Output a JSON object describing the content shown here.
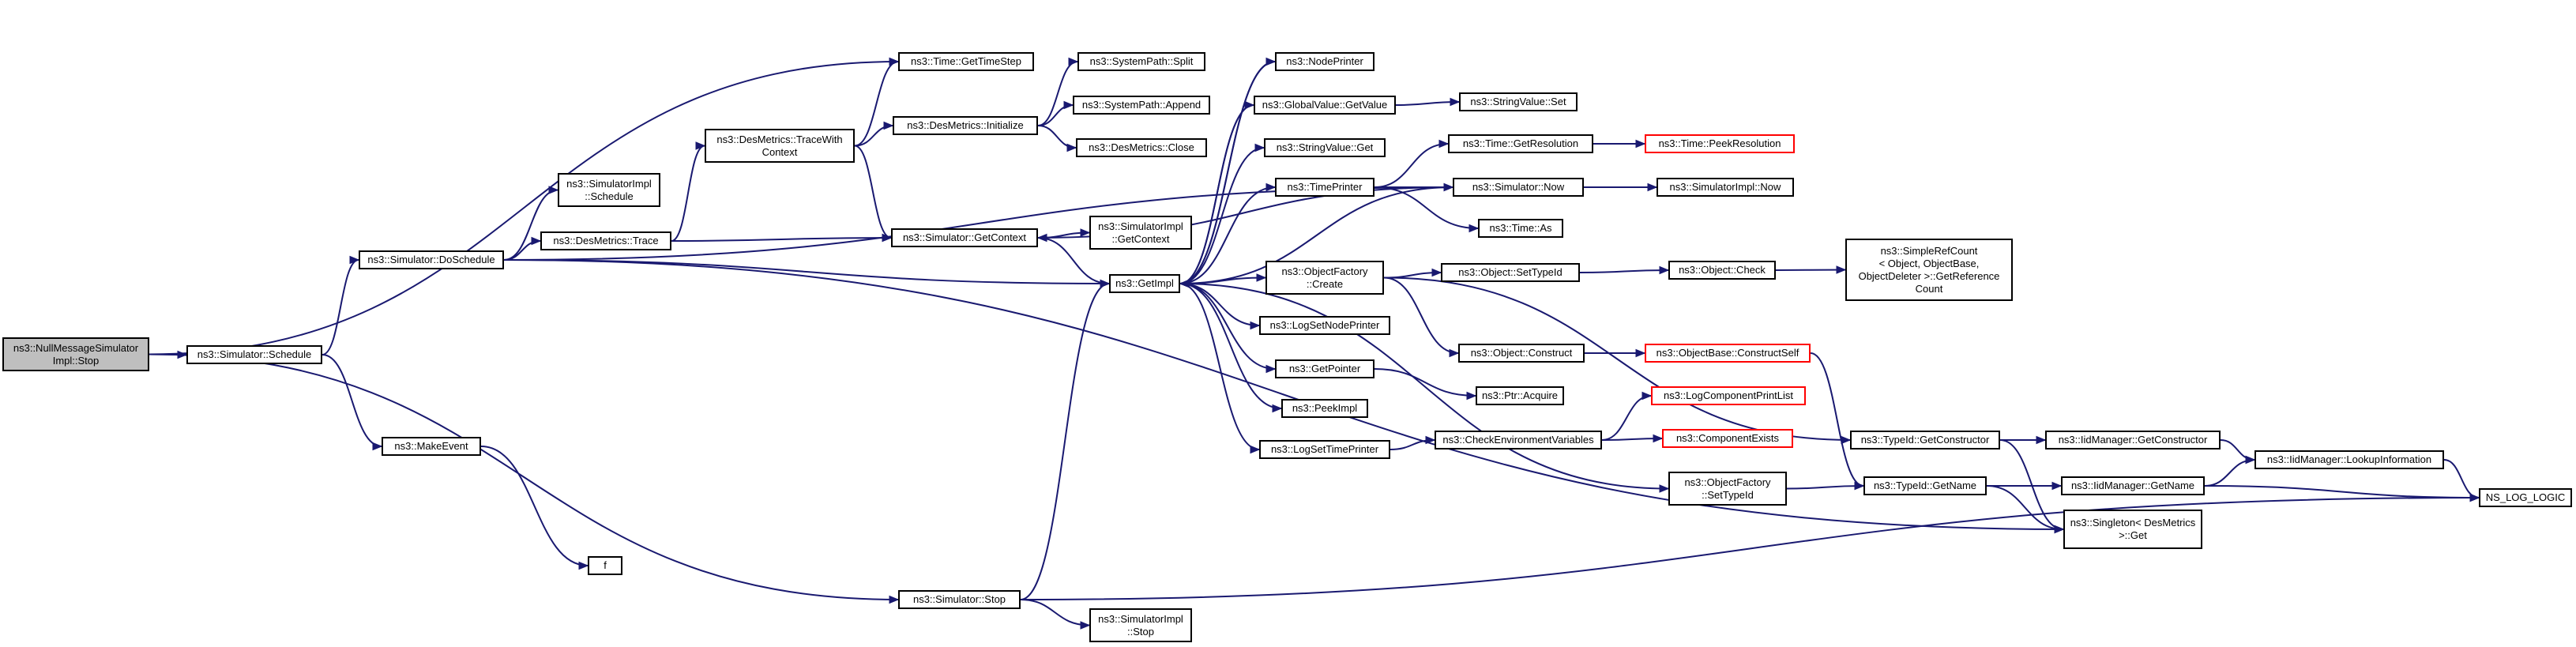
{
  "colors": {
    "edge": "#191970",
    "node_border": "#000000",
    "node_border_external": "#ff0000",
    "root_fill": "#bfbfbf"
  },
  "nodes": {
    "root": "ns3::NullMessageSimulator\nImpl::Stop",
    "sim_schedule": "ns3::Simulator::Schedule",
    "sim_doschedule": "ns3::Simulator::DoSchedule",
    "makeevent": "ns3::MakeEvent",
    "f": "f",
    "sim_stop": "ns3::Simulator::Stop",
    "simimpl_schedule": "ns3::SimulatorImpl\n::Schedule",
    "desm_trace": "ns3::DesMetrics::Trace",
    "desm_tracewith": "ns3::DesMetrics::TraceWith\nContext",
    "time_gettimestep": "ns3::Time::GetTimeStep",
    "desm_initialize": "ns3::DesMetrics::Initialize",
    "sim_getcontext": "ns3::Simulator::GetContext",
    "getimpl": "ns3::GetImpl",
    "simimpl_stop": "ns3::SimulatorImpl\n::Stop",
    "syspath_split": "ns3::SystemPath::Split",
    "syspath_append": "ns3::SystemPath::Append",
    "desm_close": "ns3::DesMetrics::Close",
    "simimpl_getcontext": "ns3::SimulatorImpl\n::GetContext",
    "nodeprinter": "ns3::NodePrinter",
    "gv_getvalue": "ns3::GlobalValue::GetValue",
    "stringvalue_get": "ns3::StringValue::Get",
    "timeprinter": "ns3::TimePrinter",
    "objfactory_create": "ns3::ObjectFactory\n::Create",
    "logsetnodeprinter": "ns3::LogSetNodePrinter",
    "getpointer": "ns3::GetPointer",
    "peekimpl": "ns3::PeekImpl",
    "logsettimeprinter": "ns3::LogSetTimePrinter",
    "objfactory_settypeid": "ns3::ObjectFactory\n::SetTypeId",
    "stringvalue_set": "ns3::StringValue::Set",
    "time_getresolution": "ns3::Time::GetResolution",
    "sim_now": "ns3::Simulator::Now",
    "time_as": "ns3::Time::As",
    "object_settypeid": "ns3::Object::SetTypeId",
    "object_construct": "ns3::Object::Construct",
    "ptr_acquire": "ns3::Ptr::Acquire",
    "checkenvvars": "ns3::CheckEnvironmentVariables",
    "time_peekresolution": "ns3::Time::PeekResolution",
    "simimpl_now": "ns3::SimulatorImpl::Now",
    "object_check": "ns3::Object::Check",
    "objbase_constructself": "ns3::ObjectBase::ConstructSelf",
    "logcomponentprintlist": "ns3::LogComponentPrintList",
    "componentexists": "ns3::ComponentExists",
    "typeid_getconstructor": "ns3::TypeId::GetConstructor",
    "typeid_getname": "ns3::TypeId::GetName",
    "simplerefcount": "ns3::SimpleRefCount\n< Object, ObjectBase,\nObjectDeleter >::GetReference\nCount",
    "iidmgr_getconstructor": "ns3::IidManager::GetConstructor",
    "iidmgr_getname": "ns3::IidManager::GetName",
    "singleton_get": "ns3::Singleton< DesMetrics\n >::Get",
    "iidmgr_lookup": "ns3::IidManager::LookupInformation",
    "ns_log_logic": "NS_LOG_LOGIC"
  }
}
